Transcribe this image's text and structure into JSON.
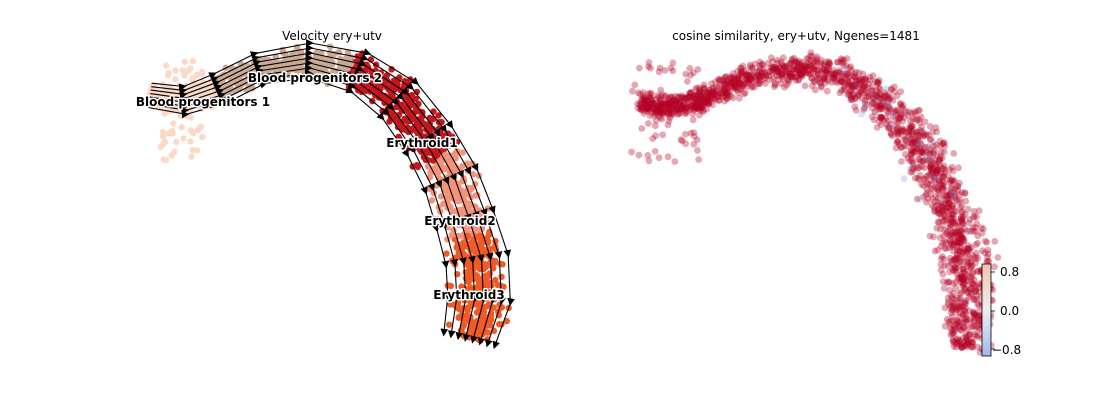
{
  "chart_data": [
    {
      "type": "scatter",
      "subtype": "velocity-stream-embedding",
      "title": "Velocity ery+utv",
      "axes_visible": false,
      "grid": false,
      "clusters": [
        {
          "name": "Blood progenitors 1",
          "color": "#fbd9c9"
        },
        {
          "name": "Blood progenitors 2",
          "color": "#c9a896"
        },
        {
          "name": "Erythroid1",
          "color": "#c4161c"
        },
        {
          "name": "Erythroid2",
          "color": "#f4937a"
        },
        {
          "name": "Erythroid3",
          "color": "#ef5a26"
        }
      ],
      "streamlines": {
        "color": "#000000",
        "arrows": true
      }
    },
    {
      "type": "scatter",
      "title": "cosine similarity, ery+utv, Ngenes=1481",
      "axes_visible": false,
      "grid": false,
      "colormap": "coolwarm",
      "dominant_color": "#b40426",
      "colorbar": {
        "ticks": [
          "0.8",
          "0.0",
          "−0.8"
        ],
        "range": [
          -0.9,
          0.9
        ],
        "placement": "right"
      }
    }
  ]
}
